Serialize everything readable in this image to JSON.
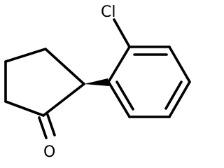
{
  "molecule": {
    "atoms": {
      "chlorine": "Cl",
      "oxygen": "O"
    },
    "stereo": "wedge",
    "line_color": "#000000",
    "background_color": "#ffffff"
  }
}
